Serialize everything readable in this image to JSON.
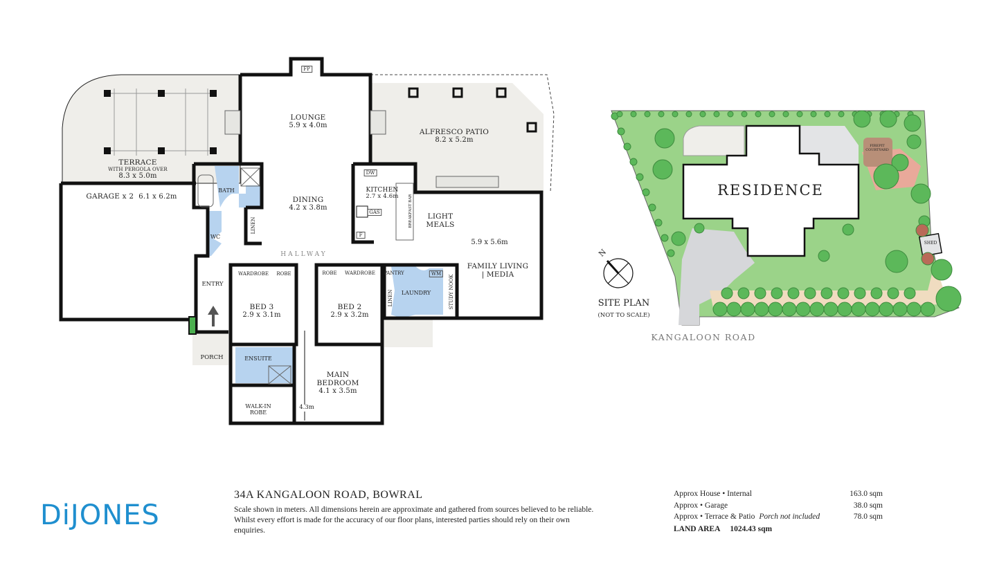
{
  "floor_plan": {
    "rooms": {
      "terrace": {
        "name": "TERRACE",
        "note": "WITH PERGOLA OVER",
        "dim": "8.3 x 5.0m"
      },
      "garage": {
        "name": "GARAGE x 2",
        "dim": "6.1 x 6.2m"
      },
      "lounge": {
        "name": "LOUNGE",
        "dim": "5.9 x 4.0m"
      },
      "fireplace": {
        "name": "FP"
      },
      "alfresco": {
        "name": "ALFRESCO PATIO",
        "dim": "8.2 x 5.2m"
      },
      "dining": {
        "name": "DINING",
        "dim": "4.2 x 3.8m"
      },
      "bath": {
        "name": "BATH"
      },
      "wc": {
        "name": "WC"
      },
      "linen1": {
        "name": "LINEN"
      },
      "kitchen": {
        "name": "KITCHEN",
        "dim": "2.7 x 4.6m"
      },
      "dw": {
        "name": "DW"
      },
      "gas": {
        "name": "GAS"
      },
      "fridge": {
        "name": "F"
      },
      "breakfast_bar": {
        "name": "BREAKFAST BAR"
      },
      "light_meals": {
        "name": "LIGHT",
        "name2": "MEALS"
      },
      "family_dim": {
        "dim": "5.9 x 5.6m"
      },
      "family": {
        "name": "FAMILY LIVING",
        "name2": "| MEDIA"
      },
      "hallway": {
        "name": "HALLWAY"
      },
      "entry": {
        "name": "ENTRY"
      },
      "bed3": {
        "name": "BED 3",
        "dim": "2.9 x 3.1m"
      },
      "bed3_wardrobe": {
        "name": "WARDROBE"
      },
      "bed3_robe": {
        "name": "ROBE"
      },
      "bed2": {
        "name": "BED 2",
        "dim": "2.9 x 3.2m"
      },
      "bed2_robe": {
        "name": "ROBE"
      },
      "bed2_wardrobe": {
        "name": "WARDROBE"
      },
      "pantry": {
        "name": "PANTRY"
      },
      "laundry": {
        "name": "LAUNDRY"
      },
      "wm": {
        "name": "WM"
      },
      "linen2": {
        "name": "LINEN"
      },
      "study": {
        "name": "STUDY NOOK"
      },
      "porch": {
        "name": "PORCH"
      },
      "ensuite": {
        "name": "ENSUITE"
      },
      "walkin": {
        "name": "WALK-IN",
        "name2": "ROBE"
      },
      "main_bed": {
        "name": "MAIN",
        "name2": "BEDROOM",
        "dim": "4.1 x 3.5m"
      },
      "main_len": {
        "dim": "4.3m"
      }
    }
  },
  "site_plan": {
    "title": "SITE PLAN",
    "subtitle": "(NOT TO SCALE)",
    "residence": "RESIDENCE",
    "firepit": "FIREPIT COURTYARD",
    "shed": "SHED",
    "road": "KANGALOON ROAD",
    "compass": "N"
  },
  "footer": {
    "logo": "DiJONES",
    "address": "34A KANGALOON ROAD, BOWRAL",
    "disclaimer": "Scale shown in meters. All dimensions herein are approximate and gathered from sources believed to be reliable. Whilst every effort is made for the accuracy of our floor plans, interested parties should rely on their own enquiries.",
    "areas": [
      {
        "label": "Approx House • Internal",
        "note": "",
        "value": "163.0 sqm"
      },
      {
        "label": "Approx • Garage",
        "note": "",
        "value": "38.0 sqm"
      },
      {
        "label": "Approx • Terrace & Patio",
        "note": "Porch not included",
        "value": "78.0 sqm"
      }
    ],
    "land_label": "LAND AREA",
    "land_value": "1024.43 sqm"
  },
  "colors": {
    "wet_area": "#b7d3ef",
    "outdoor": "#efeeea",
    "brand": "#1f8fcf",
    "lawn": "#8fce7f",
    "tree": "#5cb85a"
  }
}
